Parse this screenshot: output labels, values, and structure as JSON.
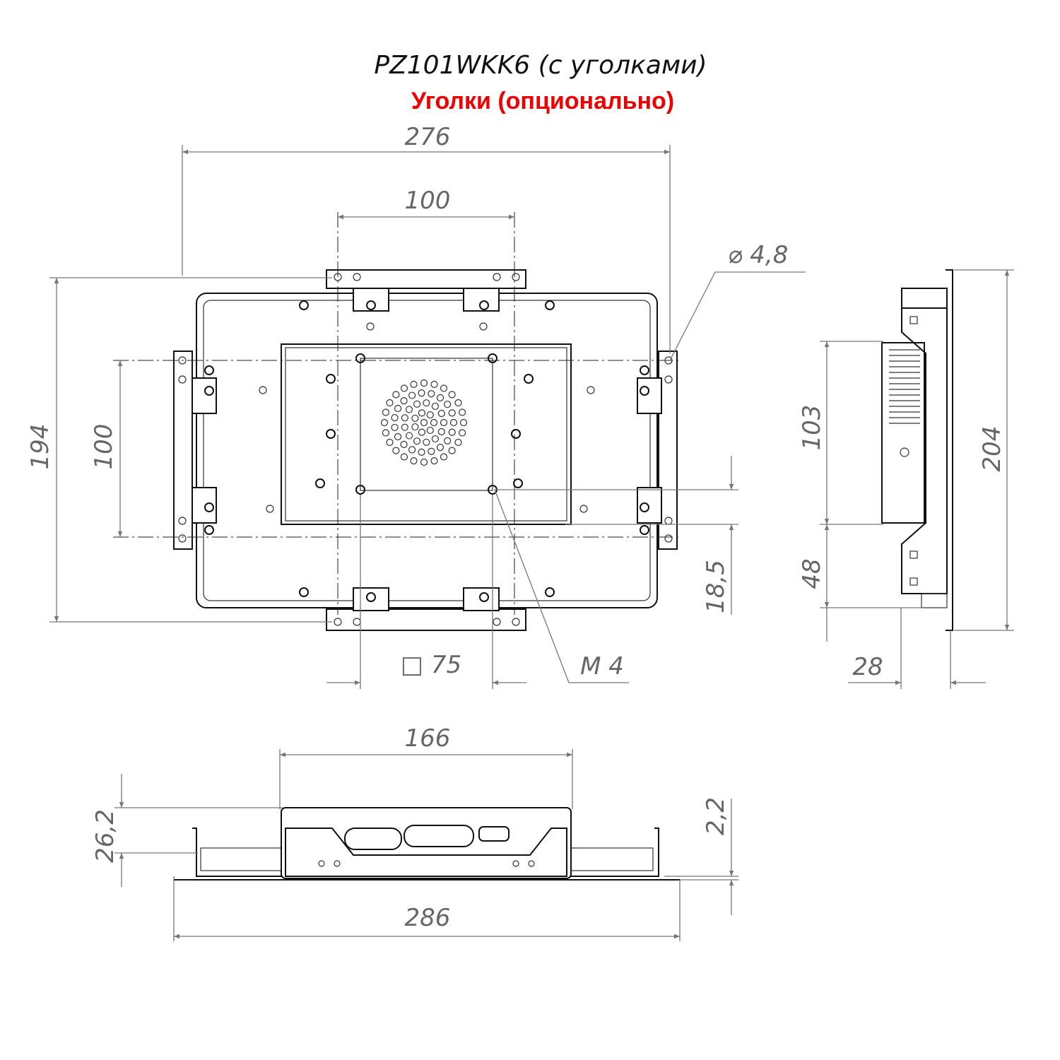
{
  "title": "PZ101WKK6 (с уголками)",
  "subtitle": "Уголки (опционально)",
  "colors": {
    "subtitle": "#f00000",
    "lines": "#111111",
    "dimensions": "#777777"
  },
  "front_view": {
    "width_overall": "276",
    "vesa_top": "100",
    "hole_diameter": "⌀ 4,8",
    "height_overall": "194",
    "vesa_left": "100",
    "offset_bottom": "18,5",
    "vesa_square": "□ 75",
    "thread": "M 4"
  },
  "side_view": {
    "box_height": "103",
    "total_height": "204",
    "lower_offset": "48",
    "depth": "28"
  },
  "bottom_view": {
    "box_width": "166",
    "box_depth": "26,2",
    "bezel": "2,2",
    "total_width": "286"
  }
}
